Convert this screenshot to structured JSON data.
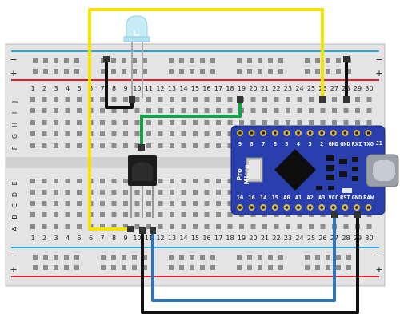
{
  "breadboard": {
    "column_numbers": [
      "1",
      "2",
      "3",
      "4",
      "5",
      "6",
      "7",
      "8",
      "9",
      "10",
      "11",
      "12",
      "13",
      "14",
      "15",
      "16",
      "17",
      "18",
      "19",
      "20",
      "21",
      "22",
      "23",
      "24",
      "25",
      "26",
      "27",
      "28",
      "29",
      "30"
    ],
    "upper_row_letters": [
      "J",
      "I",
      "H",
      "G",
      "F"
    ],
    "lower_row_letters": [
      "E",
      "D",
      "C",
      "B",
      "A"
    ],
    "rail_minus": "−",
    "rail_plus": "+"
  },
  "arduino": {
    "name_line1": "Pro",
    "name_line2": "Micro",
    "top_pins": [
      "9",
      "8",
      "7",
      "6",
      "5",
      "4",
      "3",
      "2",
      "GND",
      "GND",
      "RXI",
      "TXO"
    ],
    "bottom_pins": [
      "10",
      "16",
      "14",
      "15",
      "A0",
      "A1",
      "A2",
      "A3",
      "VCC",
      "RST",
      "GND",
      "RAW"
    ],
    "j1_label": "J1"
  },
  "colors": {
    "wire_yellow": "#f6e400",
    "wire_black": "#111111",
    "wire_green": "#12a24a",
    "wire_blue": "#2f73b8",
    "board_blue": "#2a3fae",
    "rail_red": "#e0202a",
    "rail_blue": "#2aa8d8"
  },
  "components": {
    "led": "ir-led",
    "receiver": "ir-receiver"
  }
}
